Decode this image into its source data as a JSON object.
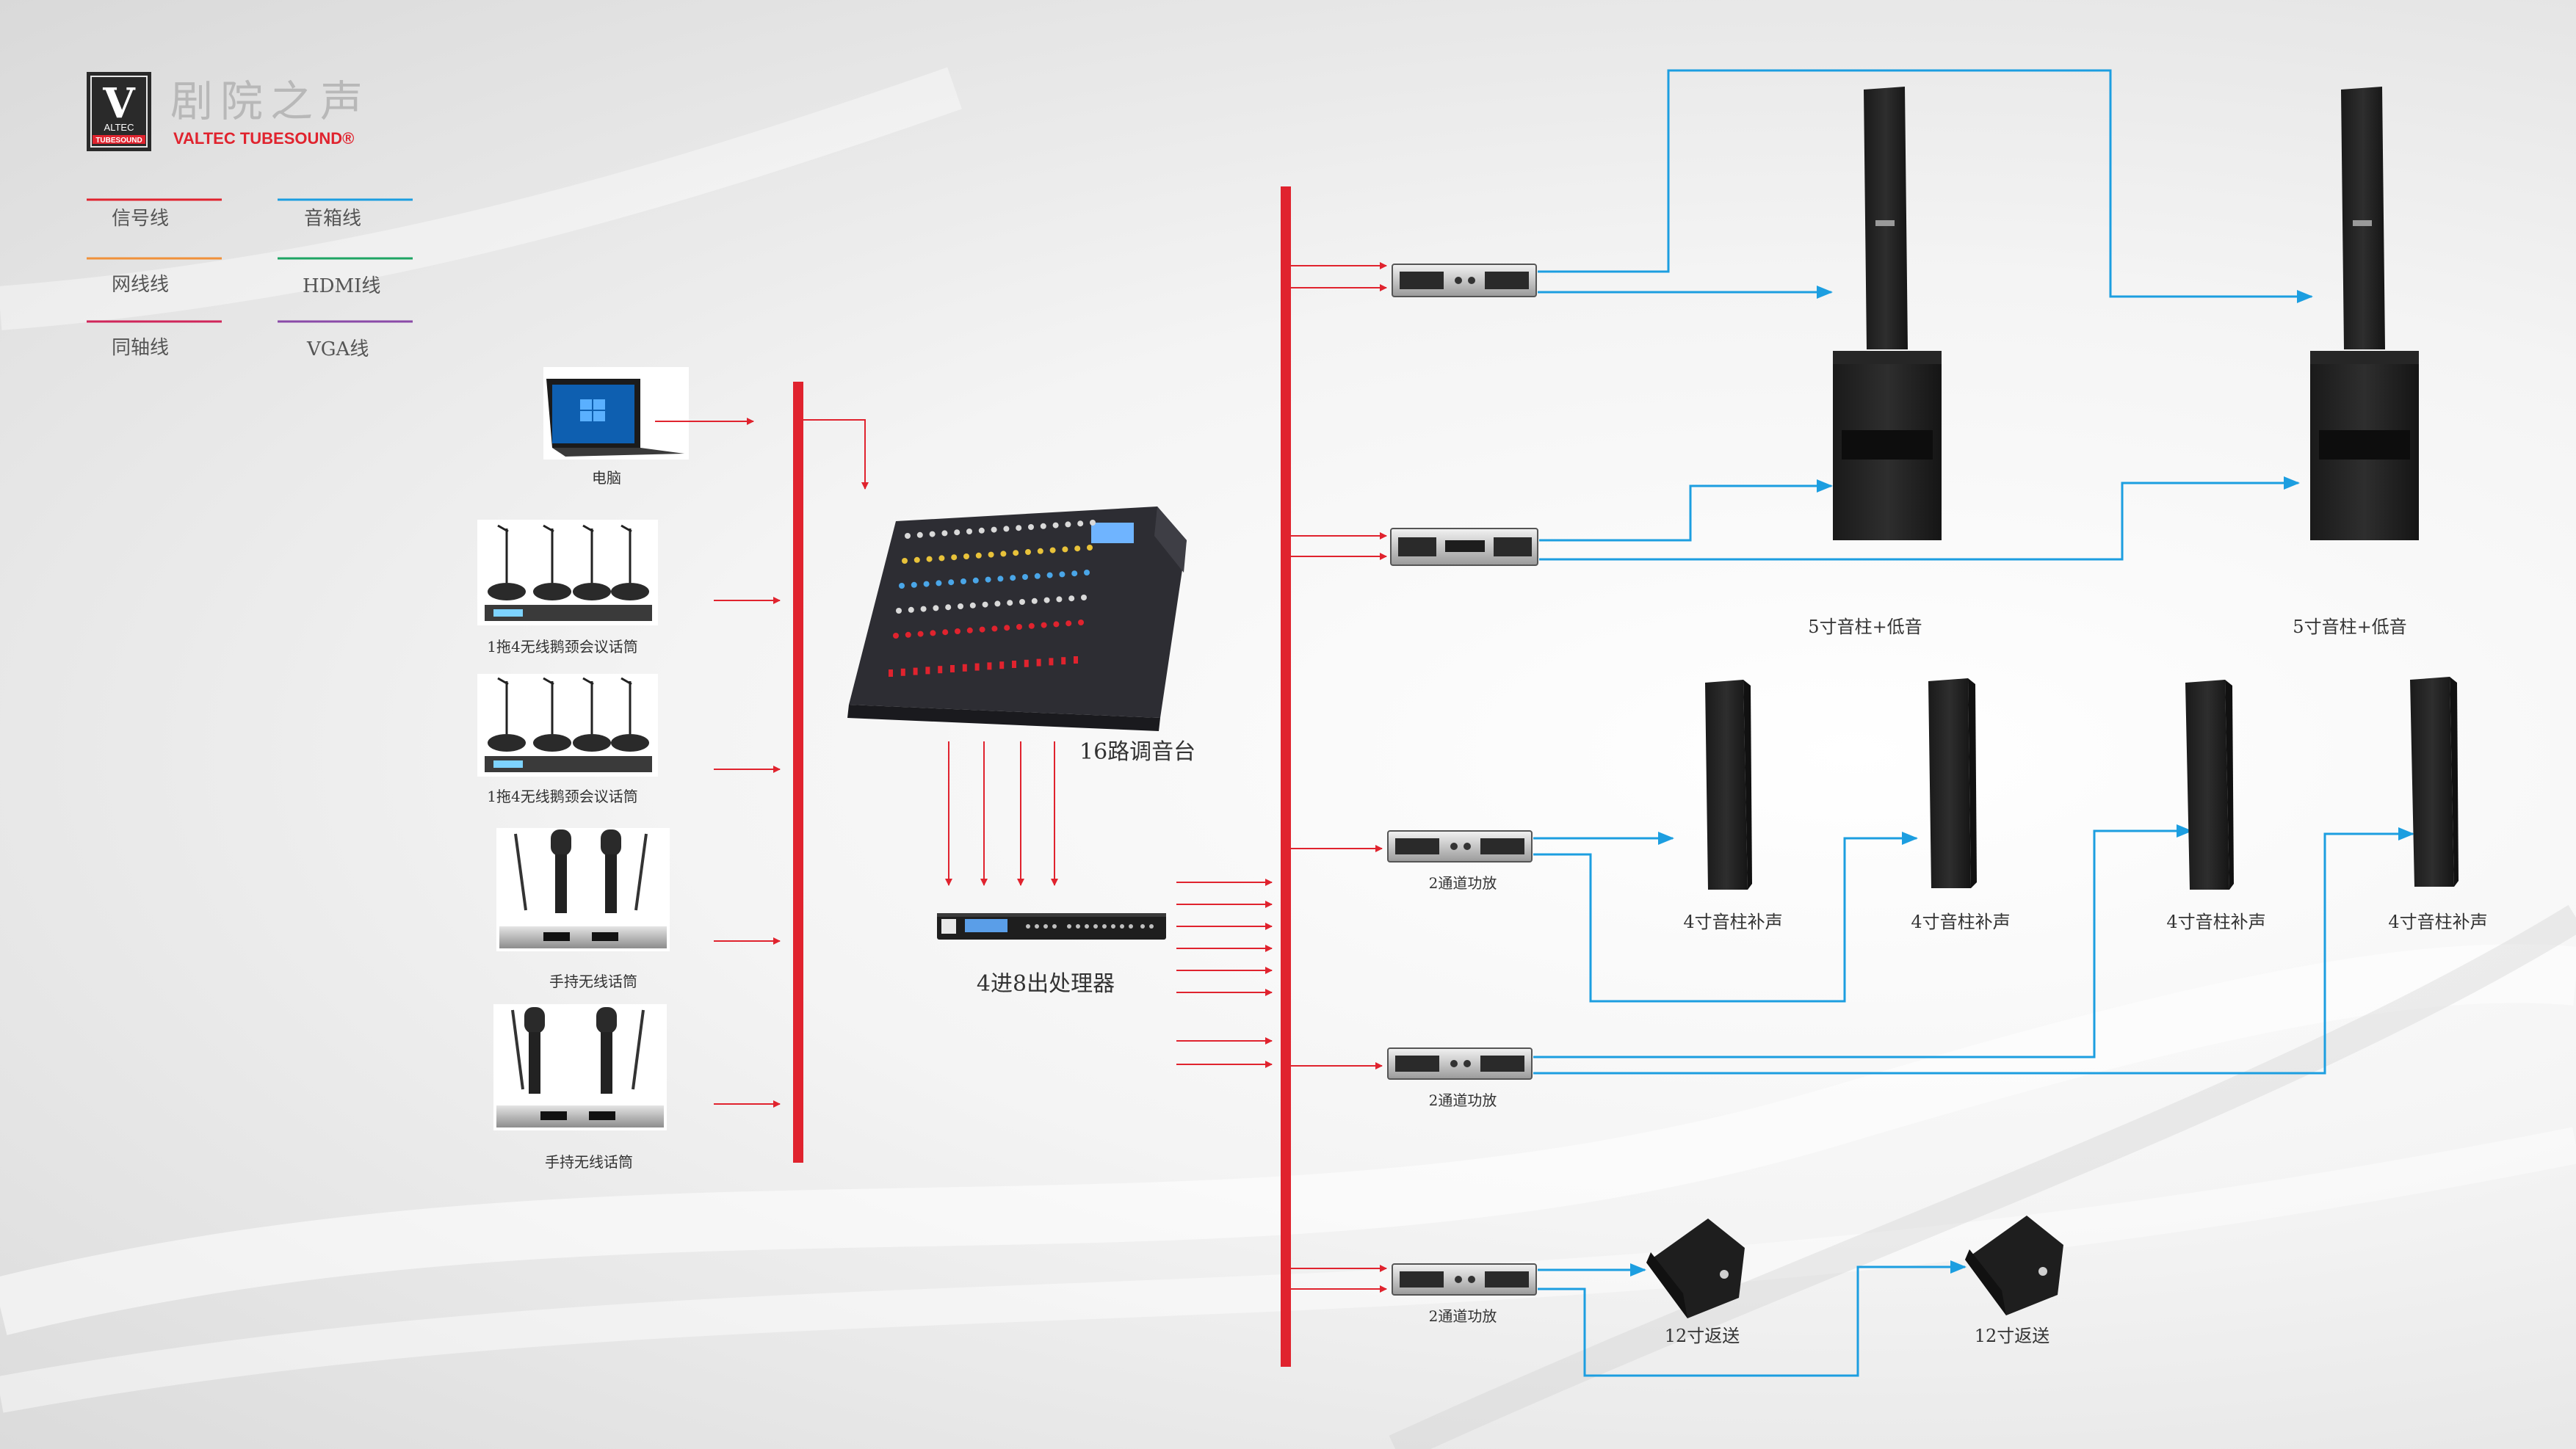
{
  "brand": {
    "name_cn": "剧院之声",
    "name_en": "VALTEC TUBESOUND®",
    "logo_letter": "V",
    "logo_text_top": "ALTEC",
    "logo_text_bottom": "TUBESOUND"
  },
  "legend": [
    {
      "label": "信号线",
      "color": "#e0232e"
    },
    {
      "label": "音箱线",
      "color": "#1c9ee0"
    },
    {
      "label": "网线线",
      "color": "#f0913a"
    },
    {
      "label": "HDMI线",
      "color": "#1ea463"
    },
    {
      "label": "同轴线",
      "color": "#d0265a"
    },
    {
      "label": "VGA线",
      "color": "#8a4aa8"
    }
  ],
  "colors": {
    "signal": "#e0232e",
    "speaker": "#1c9ee0"
  },
  "sources": {
    "laptop": "电脑",
    "mic_conf_1": "1拖4无线鹅颈会议话筒",
    "mic_conf_2": "1拖4无线鹅颈会议话筒",
    "mic_hand_1": "手持无线话筒",
    "mic_hand_2": "手持无线话筒"
  },
  "mixer": {
    "label": "16路调音台"
  },
  "processor": {
    "label": "4进8出处理器"
  },
  "amplifiers": {
    "amp3": "2通道功放",
    "amp4": "2通道功放",
    "amp5": "2通道功放"
  },
  "speakers": {
    "main_left": "5寸音柱+低音",
    "main_right": "5寸音柱+低音",
    "fill_1": "4寸音柱补声",
    "fill_2": "4寸音柱补声",
    "fill_3": "4寸音柱补声",
    "fill_4": "4寸音柱补声",
    "monitor_1": "12寸返送",
    "monitor_2": "12寸返送"
  }
}
